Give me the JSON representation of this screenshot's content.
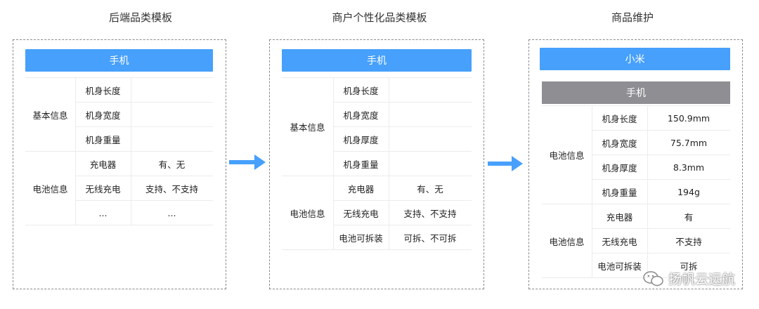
{
  "titles": {
    "left": "后端品类模板",
    "middle": "商户个性化品类模板",
    "right": "商品维护"
  },
  "left_panel": {
    "header": "手机",
    "groups": [
      {
        "name": "基本信息",
        "rows": [
          [
            "机身长度",
            ""
          ],
          [
            "机身宽度",
            ""
          ],
          [
            "机身重量",
            ""
          ]
        ]
      },
      {
        "name": "电池信息",
        "rows": [
          [
            "充电器",
            "有、无"
          ],
          [
            "无线充电",
            "支持、不支持"
          ],
          [
            "...",
            "..."
          ]
        ]
      }
    ]
  },
  "middle_panel": {
    "header": "手机",
    "groups": [
      {
        "name": "基本信息",
        "rows": [
          [
            "机身长度",
            ""
          ],
          [
            "机身宽度",
            ""
          ],
          [
            "机身厚度",
            ""
          ],
          [
            "机身重量",
            ""
          ]
        ]
      },
      {
        "name": "电池信息",
        "rows": [
          [
            "充电器",
            "有、无"
          ],
          [
            "无线充电",
            "支持、不支持"
          ],
          [
            "电池可拆装",
            "可拆、不可拆"
          ]
        ]
      }
    ]
  },
  "right_panel": {
    "header": "小米",
    "subheader": "手机",
    "groups": [
      {
        "name": "电池信息",
        "rows": [
          [
            "机身长度",
            "150.9mm"
          ],
          [
            "机身宽度",
            "75.7mm"
          ],
          [
            "机身厚度",
            "8.3mm"
          ],
          [
            "机身重量",
            "194g"
          ]
        ]
      },
      {
        "name": "电池信息",
        "rows": [
          [
            "充电器",
            "有"
          ],
          [
            "无线充电",
            "不支持"
          ],
          [
            "电池可拆装",
            "可拆"
          ]
        ]
      }
    ]
  },
  "watermark": "扬帆云远航",
  "colors": {
    "accent": "#46a0fc",
    "gray_bar": "#8e8e93",
    "arrow": "#46a0fc"
  }
}
